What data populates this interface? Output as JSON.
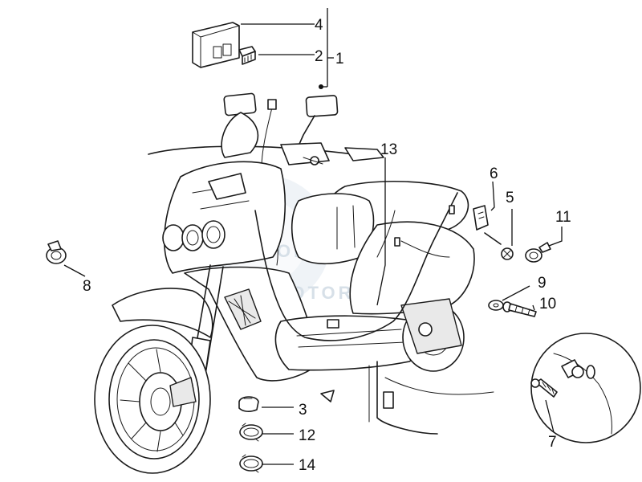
{
  "callouts": [
    {
      "id": "c1",
      "text": "1"
    },
    {
      "id": "c2",
      "text": "2"
    },
    {
      "id": "c3",
      "text": "3"
    },
    {
      "id": "c4",
      "text": "4"
    },
    {
      "id": "c5",
      "text": "5"
    },
    {
      "id": "c6",
      "text": "6"
    },
    {
      "id": "c7",
      "text": "7"
    },
    {
      "id": "c8",
      "text": "8"
    },
    {
      "id": "c9",
      "text": "9"
    },
    {
      "id": "c10",
      "text": "10"
    },
    {
      "id": "c11",
      "text": "11"
    },
    {
      "id": "c12",
      "text": "12"
    },
    {
      "id": "c13",
      "text": "13"
    },
    {
      "id": "c14",
      "text": "14"
    }
  ],
  "watermark": {
    "brand": "OEM",
    "tagline": "MOTORPARTS"
  }
}
